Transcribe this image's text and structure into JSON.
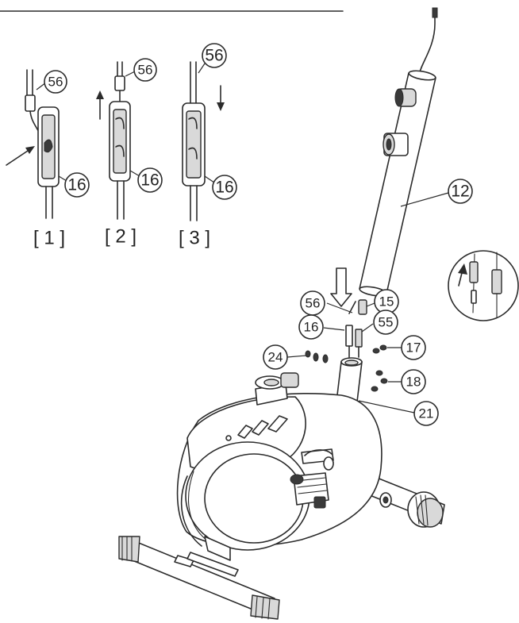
{
  "callouts": {
    "detail_1_part": "56",
    "detail_1_connector": "16",
    "detail_2_part": "56",
    "detail_2_connector": "16",
    "detail_3_part": "56",
    "detail_3_connector": "16",
    "handlebar_post": "12",
    "sensor_wire_top": "56",
    "sensor_wire_plug": "15",
    "lower_wire": "16",
    "lower_wire_plug": "55",
    "bolt_right_upper": "17",
    "bolt_left": "24",
    "bolt_right_lower": "18",
    "frame_tube": "21"
  },
  "steps": {
    "step_1": "[ 1 ]",
    "step_2": "[ 2 ]",
    "step_3": "[ 3 ]"
  },
  "colors": {
    "line": "#2b2b2b",
    "background": "#ffffff"
  }
}
